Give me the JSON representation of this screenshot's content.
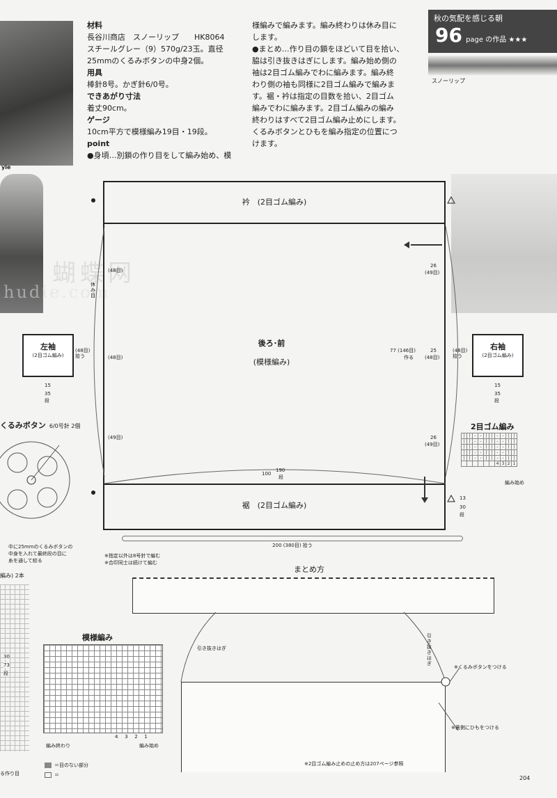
{
  "header_badge": {
    "title": "秋の気配を感じる朝",
    "page_number": "96",
    "page_suffix": "page の作品 ★★★",
    "yarn_label": "スノーリップ"
  },
  "materials": {
    "heading": "材料",
    "line1": "長谷川商店　スノーリップ　　HK8064",
    "line2": "スチールグレー（9）570g/23玉。直径",
    "line3": "25mmのくるみボタンの中身2個。",
    "tools_heading": "用具",
    "tools": "棒針8号。かぎ針6/0号。",
    "size_heading": "できあがり寸法",
    "size": "着丈90cm。",
    "gauge_heading": "ゲージ",
    "gauge": "10cm平方で模様編み19目・19段。",
    "point_heading": "point",
    "point1": "●身頃…別鎖の作り目をして編み始め、模"
  },
  "instructions": {
    "l1": "様編みで編みます。編み終わりは休み目に",
    "l2": "します。",
    "l3": "●まとめ…作り目の鎖をほどいて目を拾い、",
    "l4": "脇は引き抜きはぎにします。編み始め側の",
    "l5": "袖は2目ゴム編みでわに編みます。編み終",
    "l6": "わり側の袖も同様に2目ゴム編みで編みま",
    "l7": "す。裾・衿は指定の目数を拾い、2目ゴム",
    "l8": "編みでわに編みます。2目ゴム編みの編み",
    "l9": "終わりはすべて2目ゴム編み止めにします。",
    "l10": "くるみボタンとひもを編み指定の位置につ",
    "l11": "けます。"
  },
  "diagram": {
    "collar": "衿　(2目ゴム編み)",
    "body_title": "後ろ･前",
    "body_sub": "(模様編み)",
    "hem": "裾　(2目ゴム編み)",
    "left_sleeve": "左袖",
    "left_sleeve_sub": "(2目ゴム編み)",
    "right_sleeve": "右袖",
    "right_sleeve_sub": "(2目ゴム編み)",
    "m_48_a": "(48目)",
    "m_48_b": "(48目)",
    "m_49_a": "(49目)",
    "rest": "休み目",
    "pick_left": "(48目)\n拾う",
    "pick_right": "(48目)\n拾う",
    "r_26_top": "26",
    "r_49_top": "(49目)",
    "r_77": "77 (146目)",
    "r_make": "作る",
    "r_25": "25",
    "r_48": "(48目)",
    "r_26_bot": "26",
    "r_49_bot": "(49目)",
    "bottom_100": "100",
    "bottom_190": "190",
    "bottom_dan": "段",
    "hem_13": "13",
    "hem_30": "30",
    "hem_dan": "段",
    "width_200": "200 (380目) 拾う",
    "left_15": "15",
    "left_35": "35",
    "left_dan": "段",
    "right_15": "15",
    "right_35": "35",
    "right_dan": "段",
    "note1": "※指定以外は8号針で編む",
    "note2": "※合印同士は続けて編む",
    "style_text": "yle"
  },
  "button": {
    "title": "くるみボタン",
    "sub": "6/0号針 2個",
    "note1": "中に25mmのくるみボタンの",
    "note2": "中身を入れて最終段の目に",
    "note3": "糸を通して絞る"
  },
  "rib": {
    "title": "2目ゴム編み",
    "start": "編み始め",
    "nums": [
      "4",
      "3",
      "2",
      "1"
    ]
  },
  "left_bottom": {
    "cord": "編み) 2本",
    "n30": "30",
    "n73": "73",
    "dan": "段",
    "make": "る作り目"
  },
  "pattern": {
    "title": "模様編み",
    "end": "編み終わり",
    "start": "編み始め",
    "legend1": "＝目のない部分",
    "legend2": "＝",
    "nums_bottom": [
      "4",
      "3",
      "2",
      "1"
    ]
  },
  "finishing": {
    "title": "まとめ方",
    "slip_left": "引き抜きはぎ",
    "slip_right": "引き抜きはぎ",
    "button_note": "※くるみボタンをつける",
    "cord_note": "※裏側にひもをつける",
    "ref_note": "※2目ゴム編み止めの止め方は207ページ参照"
  },
  "watermark": {
    "line1": "蝴蝶网",
    "line2": "hudie.com"
  },
  "page_number": "204"
}
